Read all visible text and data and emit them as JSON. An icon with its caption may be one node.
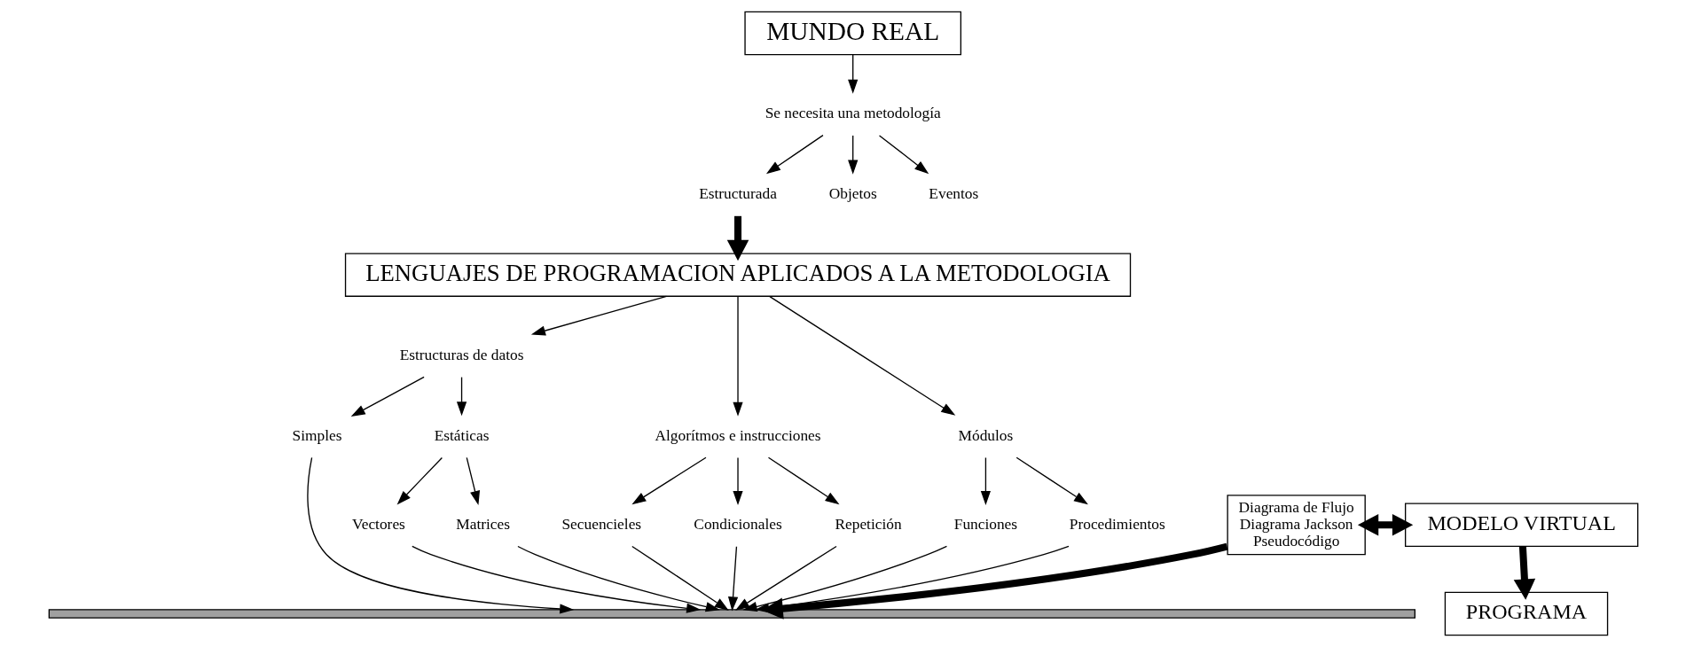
{
  "diagram": {
    "nodes": [
      {
        "text": [
          "MUNDO REAL"
        ]
      },
      {
        "text": [
          "Se necesita una metodología"
        ]
      },
      {
        "text": [
          "Estructurada"
        ]
      },
      {
        "text": [
          "Objetos"
        ]
      },
      {
        "text": [
          "Eventos"
        ]
      },
      {
        "text": [
          "LENGUAJES DE PROGRAMACION APLICADOS A LA METODOLOGIA"
        ]
      },
      {
        "text": [
          "Estructuras de datos"
        ]
      },
      {
        "text": [
          "Algorítmos e instrucciones"
        ]
      },
      {
        "text": [
          "Módulos"
        ]
      },
      {
        "text": [
          "Simples"
        ]
      },
      {
        "text": [
          "Estáticas"
        ]
      },
      {
        "text": [
          "Vectores"
        ]
      },
      {
        "text": [
          "Matrices"
        ]
      },
      {
        "text": [
          "Secuencieles"
        ]
      },
      {
        "text": [
          "Condicionales"
        ]
      },
      {
        "text": [
          "Repetición"
        ]
      },
      {
        "text": [
          "Funciones"
        ]
      },
      {
        "text": [
          "Procedimientos"
        ]
      },
      {
        "text": [],
        "shape": "bar"
      },
      {
        "text": [
          "Diagrama de Flujo",
          "Diagrama Jackson",
          "Pseudocódigo"
        ]
      },
      {
        "text": [
          "MODELO VIRTUAL"
        ]
      },
      {
        "text": [
          "PROGRAMA"
        ]
      }
    ],
    "edges": [
      {
        "from": 0,
        "to": 1,
        "arrow": "to"
      },
      {
        "from": 1,
        "to": 2,
        "arrow": "to"
      },
      {
        "from": 1,
        "to": 3,
        "arrow": "to"
      },
      {
        "from": 1,
        "to": 4,
        "arrow": "to"
      },
      {
        "from": 2,
        "to": 5,
        "arrow": "to",
        "style": "thick"
      },
      {
        "from": 5,
        "to": 6,
        "arrow": "to"
      },
      {
        "from": 5,
        "to": 7,
        "arrow": "to"
      },
      {
        "from": 5,
        "to": 8,
        "arrow": "to"
      },
      {
        "from": 6,
        "to": 9,
        "arrow": "to"
      },
      {
        "from": 6,
        "to": 10,
        "arrow": "to"
      },
      {
        "from": 10,
        "to": 11,
        "arrow": "to"
      },
      {
        "from": 10,
        "to": 12,
        "arrow": "to"
      },
      {
        "from": 7,
        "to": 13,
        "arrow": "to"
      },
      {
        "from": 7,
        "to": 14,
        "arrow": "to"
      },
      {
        "from": 7,
        "to": 15,
        "arrow": "to"
      },
      {
        "from": 8,
        "to": 16,
        "arrow": "to"
      },
      {
        "from": 8,
        "to": 17,
        "arrow": "to"
      },
      {
        "from": 9,
        "to": 18,
        "arrow": "to"
      },
      {
        "from": 11,
        "to": 18,
        "arrow": "to"
      },
      {
        "from": 12,
        "to": 18,
        "arrow": "to"
      },
      {
        "from": 13,
        "to": 18,
        "arrow": "to"
      },
      {
        "from": 14,
        "to": 18,
        "arrow": "to"
      },
      {
        "from": 15,
        "to": 18,
        "arrow": "to"
      },
      {
        "from": 16,
        "to": 18,
        "arrow": "to"
      },
      {
        "from": 17,
        "to": 18,
        "arrow": "to"
      },
      {
        "from": 19,
        "to": 18,
        "arrow": "to",
        "style": "thick"
      },
      {
        "from": 19,
        "to": 20,
        "arrow": "both",
        "style": "thick"
      },
      {
        "from": 20,
        "to": 21,
        "arrow": "to",
        "style": "thick"
      }
    ]
  }
}
